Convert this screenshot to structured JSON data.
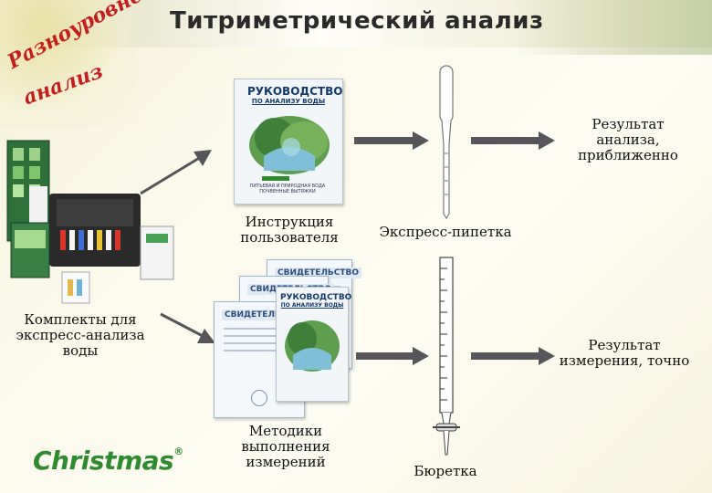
{
  "slide": {
    "title": "Титриметрический анализ",
    "deco_line1": "Разноуровневый",
    "deco_line2": "анализ"
  },
  "labels": {
    "kits": "Комплекты для экспресс-анализа воды",
    "user_manual": "Инструкция пользователя",
    "express_pipette": "Экспресс-пипетка",
    "result_approx": "Результат анализа, приближенно",
    "methods": "Методики выполнения измерений",
    "burette": "Бюретка",
    "result_exact": "Результат измерения, точно"
  },
  "booklet": {
    "title_line1": "РУКОВОДСТВО",
    "title_line2": "ПО АНАЛИЗУ ВОДЫ",
    "subtitle": "ПИТЬЕВАЯ И ПРИРОДНАЯ ВОДА ПОЧВЕННЫЕ ВЫТЯЖКИ"
  },
  "certificate": {
    "heading": "СВИДЕТЕЛЬСТВО"
  },
  "brand": {
    "logo": "Christmas",
    "registered": "®",
    "logo_color": "#2e8b2e"
  },
  "colors": {
    "accent_text": "#c41e1e",
    "arrow": "#55555a"
  }
}
